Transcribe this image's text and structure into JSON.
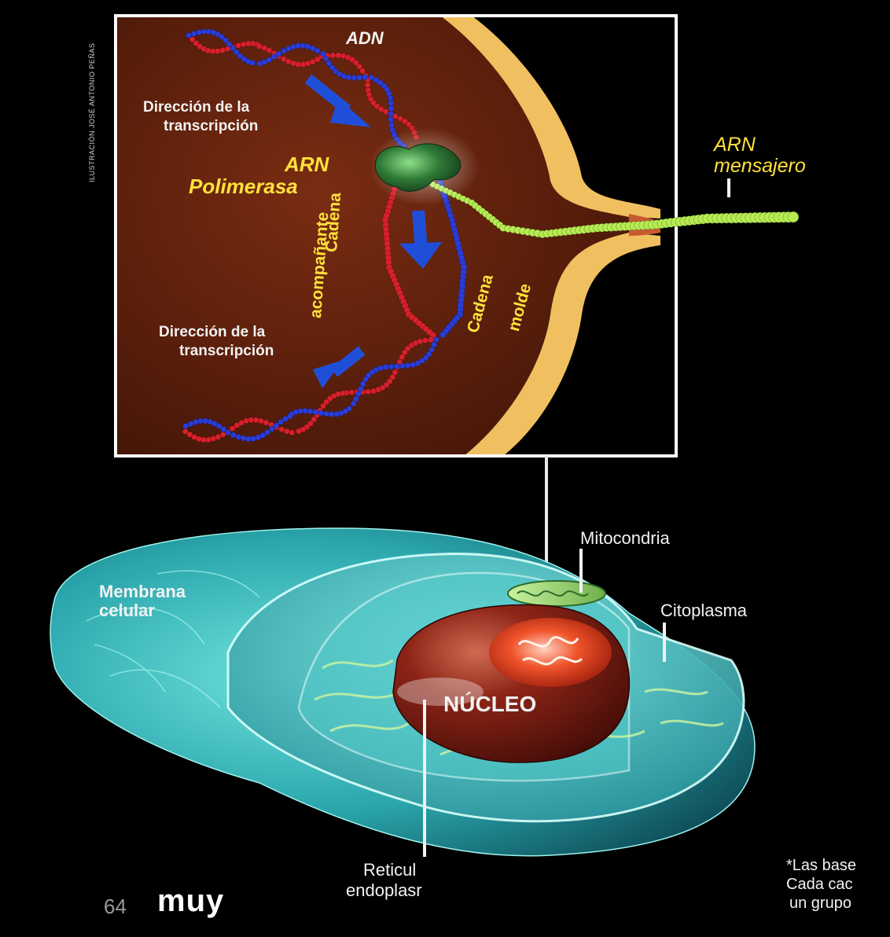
{
  "inset": {
    "adn": "ADN",
    "direction_top": [
      "Dirección de la",
      "transcripción"
    ],
    "polymerase": [
      "ARN",
      "Polimerasa"
    ],
    "companion_chain": [
      "Cadena",
      "acompañante"
    ],
    "template_chain": [
      "Cadena",
      "molde"
    ],
    "direction_bottom": [
      "Dirección de la",
      "transcripción"
    ],
    "mrna": [
      "ARN",
      "mensajero"
    ]
  },
  "cell": {
    "membrane": [
      "Membrana",
      "celular"
    ],
    "mitochondria": "Mitocondria",
    "cytoplasm": "Citoplasma",
    "nucleus": "NÚCLEO",
    "reticulum": [
      "Reticul",
      "endoplasr"
    ]
  },
  "footer": {
    "page_number": "64",
    "magazine": "muy",
    "note": [
      "*Las base",
      "Cada cac",
      "un grupo"
    ]
  },
  "credit": "ILUSTRACIÓN JOSÉ ANTONIO PEÑAS",
  "colors": {
    "background": "#000000",
    "nucleus_inset": "#5a200c",
    "nuclear_membrane": "#f0c060",
    "dna_red": "#d8202a",
    "dna_blue": "#2a3cd8",
    "mrna_green": "#b6ec52",
    "polymerase": "#2f7a36",
    "arrow": "#1f4fd8",
    "cell_body": "#2fb0b4",
    "nucleus_cell": "#6e1810",
    "label_yellow": "#ffe23a"
  }
}
